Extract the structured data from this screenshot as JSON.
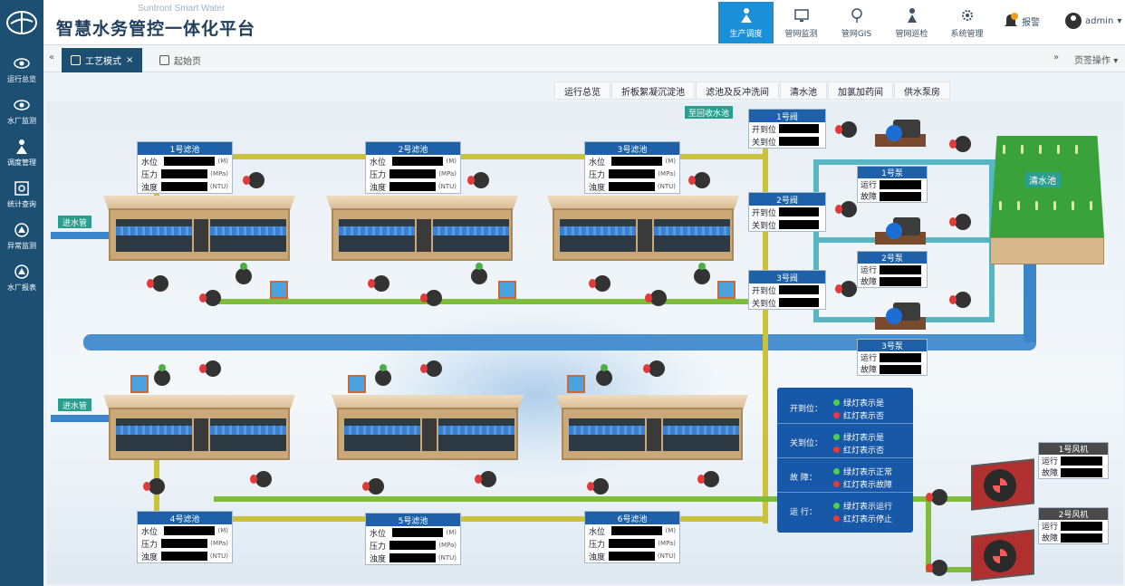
{
  "header": {
    "brand_en": "Suntront Smart Water",
    "brand_cn": "智慧水务管控一体化平台",
    "nav": [
      {
        "label": "生产调度",
        "icon": "dispatch-icon",
        "active": true
      },
      {
        "label": "管网监测",
        "icon": "monitor-icon",
        "active": false
      },
      {
        "label": "管网GIS",
        "icon": "gis-icon",
        "active": false
      },
      {
        "label": "管网巡检",
        "icon": "inspection-icon",
        "active": false
      },
      {
        "label": "系统管理",
        "icon": "gear-icon",
        "active": false
      }
    ],
    "alarm_label": "报警",
    "user_label": "admin"
  },
  "sidebar": {
    "items": [
      {
        "label": "运行总览",
        "icon": "eye-icon"
      },
      {
        "label": "水厂监测",
        "icon": "eye-icon"
      },
      {
        "label": "调度管理",
        "icon": "dispatch-icon"
      },
      {
        "label": "统计查询",
        "icon": "stats-icon"
      },
      {
        "label": "异常监测",
        "icon": "alert-icon"
      },
      {
        "label": "水厂报表",
        "icon": "report-icon"
      }
    ]
  },
  "tabs": {
    "active": "工艺模式",
    "inactive": "起始页",
    "ops_label": "页签操作"
  },
  "process_tabs": [
    "运行总览",
    "折板絮凝沉淀池",
    "滤池及反冲洗间",
    "清水池",
    "加氯加药间",
    "供水泵房"
  ],
  "labels": {
    "inlet_top": "进水管",
    "inlet_bottom": "进水管",
    "recycle": "至回收水池",
    "clear_tank": "清水池"
  },
  "filters": [
    {
      "name": "1号滤池",
      "rows": [
        {
          "label": "水位",
          "unit": "(M)"
        },
        {
          "label": "压力",
          "unit": "(MPa)"
        },
        {
          "label": "浊度",
          "unit": "(NTU)"
        }
      ]
    },
    {
      "name": "2号滤池",
      "rows": [
        {
          "label": "水位",
          "unit": "(M)"
        },
        {
          "label": "压力",
          "unit": "(MPa)"
        },
        {
          "label": "浊度",
          "unit": "(NTU)"
        }
      ]
    },
    {
      "name": "3号滤池",
      "rows": [
        {
          "label": "水位",
          "unit": "(M)"
        },
        {
          "label": "压力",
          "unit": "(MPa)"
        },
        {
          "label": "浊度",
          "unit": "(NTU)"
        }
      ]
    },
    {
      "name": "4号滤池",
      "rows": [
        {
          "label": "水位",
          "unit": "(M)"
        },
        {
          "label": "压力",
          "unit": "(MPa)"
        },
        {
          "label": "浊度",
          "unit": "(NTU)"
        }
      ]
    },
    {
      "name": "5号滤池",
      "rows": [
        {
          "label": "水位",
          "unit": "(M)"
        },
        {
          "label": "压力",
          "unit": "(MPa)"
        },
        {
          "label": "浊度",
          "unit": "(NTU)"
        }
      ]
    },
    {
      "name": "6号滤池",
      "rows": [
        {
          "label": "水位",
          "unit": "(M)"
        },
        {
          "label": "压力",
          "unit": "(MPa)"
        },
        {
          "label": "浊度",
          "unit": "(NTU)"
        }
      ]
    }
  ],
  "valves": [
    {
      "name": "1号阀",
      "open": "开到位",
      "closed": "关到位"
    },
    {
      "name": "2号阀",
      "open": "开到位",
      "closed": "关到位"
    },
    {
      "name": "3号阀",
      "open": "开到位",
      "closed": "关到位"
    }
  ],
  "pumps": [
    {
      "name": "1号泵",
      "run": "运行",
      "fault": "故障"
    },
    {
      "name": "2号泵",
      "run": "运行",
      "fault": "故障"
    },
    {
      "name": "3号泵",
      "run": "运行",
      "fault": "故障"
    }
  ],
  "legend": [
    {
      "title": "开到位：",
      "green": "绿灯表示是",
      "red": "红灯表示否"
    },
    {
      "title": "关到位：",
      "green": "绿灯表示是",
      "red": "红灯表示否"
    },
    {
      "title": "故  障：",
      "green": "绿灯表示正常",
      "red": "红灯表示故障"
    },
    {
      "title": "运  行：",
      "green": "绿灯表示运行",
      "red": "红灯表示停止"
    }
  ],
  "fans": [
    {
      "name": "1号风机",
      "run": "运行",
      "fault": "故障"
    },
    {
      "name": "2号风机",
      "run": "运行",
      "fault": "故障"
    }
  ],
  "colors": {
    "brand": "#1d4f73",
    "active_nav": "#1b8fd8",
    "panel_header": "#1e61a8",
    "legend_bg": "#1858a8",
    "green": "#4bd04b",
    "red": "#e83a3a"
  }
}
